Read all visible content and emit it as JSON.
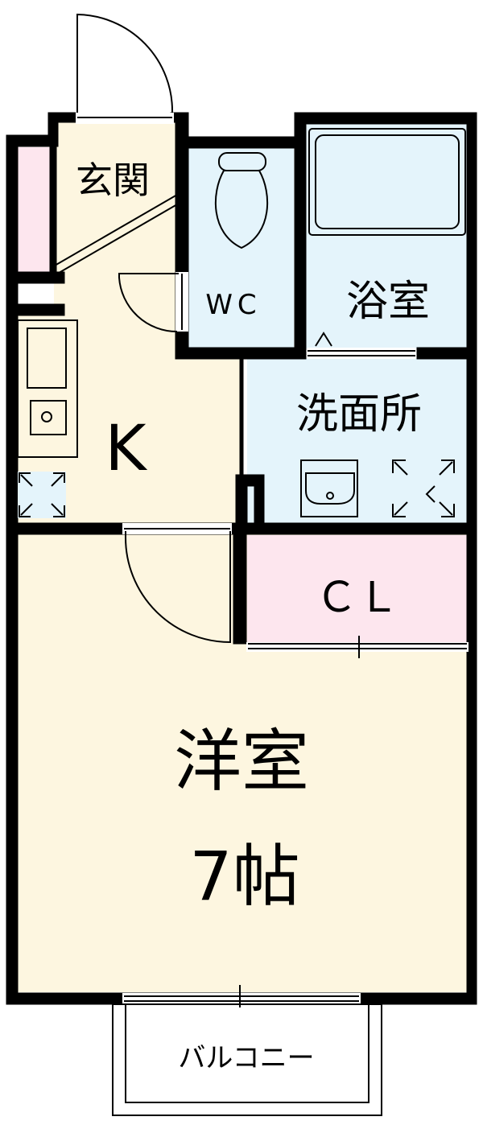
{
  "rooms": {
    "entrance": "玄関",
    "wc": "WC",
    "bath": "浴室",
    "kitchen": "K",
    "washroom": "洗面所",
    "closet": "ＣＬ",
    "western_room": "洋室",
    "western_room_size": "7帖",
    "balcony": "バルコニー"
  },
  "colors": {
    "floor": "#fdf6e0",
    "water": "#e4f4fb",
    "closet": "#fde6ee",
    "wall": "#000000",
    "background": "#ffffff"
  },
  "icons": {
    "toilet": "toilet-icon",
    "bathtub": "bathtub-icon",
    "kitchen_counter": "kitchen-counter-icon",
    "washbasin": "washbasin-icon",
    "washer_space": "washer-space-icon",
    "fridge_space": "fridge-space-icon"
  }
}
